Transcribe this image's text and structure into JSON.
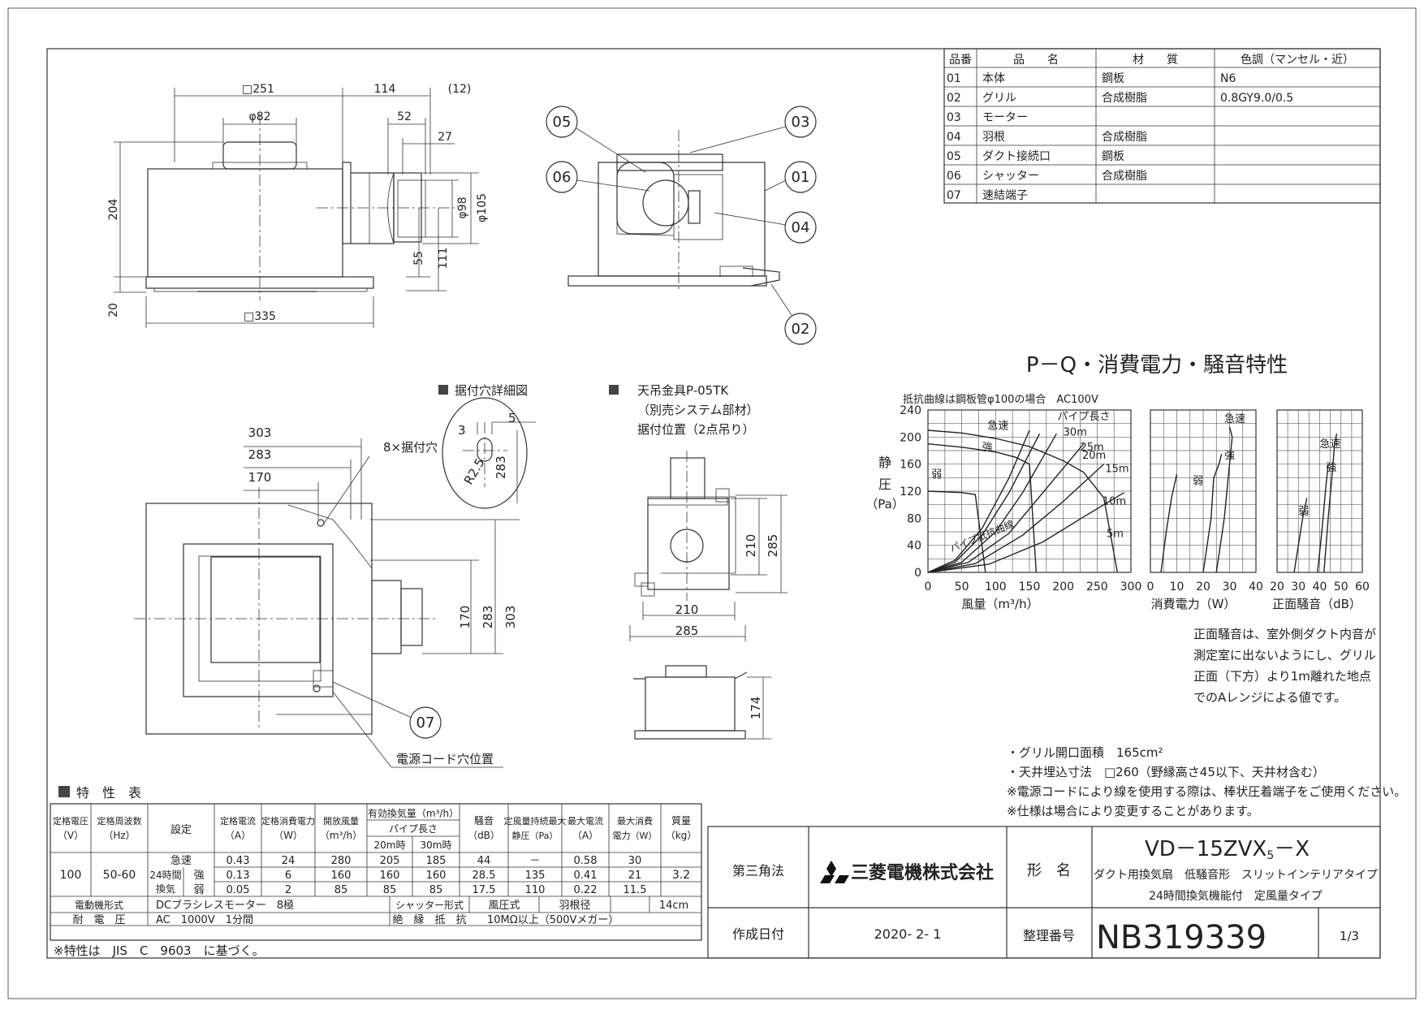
{
  "parts_table": {
    "headers": [
      "品番",
      "品　　名",
      "材　　質",
      "色調（マンセル・近）"
    ],
    "rows": [
      [
        "01",
        "本体",
        "鋼板",
        "N6"
      ],
      [
        "02",
        "グリル",
        "合成樹脂",
        "0.8GY9.0/0.5"
      ],
      [
        "03",
        "モーター",
        "",
        ""
      ],
      [
        "04",
        "羽根",
        "合成樹脂",
        ""
      ],
      [
        "05",
        "ダクト接続口",
        "鋼板",
        ""
      ],
      [
        "06",
        "シャッター",
        "合成樹脂",
        ""
      ],
      [
        "07",
        "速結端子",
        "",
        ""
      ]
    ]
  },
  "side_view": {
    "dims": [
      "□251",
      "114",
      "(12)",
      "φ82",
      "52",
      "27",
      "204",
      "φ98",
      "φ105",
      "55",
      "111",
      "20",
      "□335"
    ]
  },
  "section_view": {
    "callouts": [
      "05",
      "06",
      "03",
      "01",
      "04",
      "02"
    ]
  },
  "mount_detail": {
    "title": "据付穴詳細図",
    "dims": [
      "5",
      "3",
      "R2.5",
      "283"
    ]
  },
  "hanger": {
    "title": "天吊金具P-05TK",
    "note1": "（別売システム部材）",
    "note2": "据付位置（2点吊り）",
    "dims": [
      "210",
      "285",
      "210",
      "285",
      "174"
    ]
  },
  "plan_view": {
    "dims": [
      "303",
      "283",
      "170",
      "8×据付穴",
      "170",
      "283",
      "303"
    ],
    "callout": "07",
    "cord_label": "電源コード穴位置"
  },
  "charts": {
    "title": "P－Q・消費電力・騒音特性",
    "note": "抵抗曲線は鋼板管φ100の場合　AC100V",
    "ylabel_chars": [
      "静",
      "圧"
    ],
    "ylabel_unit": "（Pa）",
    "pq_xlabel": "風量（m³/h）",
    "power_xlabel": "消費電力（W）",
    "noise_xlabel": "正面騒音（dB）",
    "pipe_title": "パイプ長さ",
    "resistance_label": "パイプ抵抗曲線",
    "speed_labels": [
      "急速",
      "強",
      "弱"
    ],
    "pipe_labels": [
      "30m",
      "25m",
      "20m",
      "15m",
      "10m",
      "5m"
    ]
  },
  "chart_data": [
    {
      "type": "line",
      "xlabel": "風量（m³/h）",
      "ylabel": "静圧（Pa）",
      "xlim": [
        0,
        300
      ],
      "ylim": [
        0,
        240
      ],
      "x_ticks": [
        0,
        50,
        100,
        150,
        200,
        250,
        300
      ],
      "y_ticks": [
        0,
        40,
        80,
        120,
        160,
        200,
        240
      ],
      "grid": true,
      "series": [
        {
          "name": "急速",
          "x": [
            0,
            50,
            100,
            150,
            200,
            230,
            260,
            280
          ],
          "y": [
            210,
            206,
            198,
            186,
            165,
            148,
            110,
            0
          ]
        },
        {
          "name": "強",
          "x": [
            0,
            50,
            100,
            130,
            150,
            160
          ],
          "y": [
            190,
            185,
            178,
            170,
            160,
            0
          ]
        },
        {
          "name": "弱",
          "x": [
            0,
            50,
            70,
            85
          ],
          "y": [
            120,
            118,
            115,
            0
          ]
        },
        {
          "name": "30m",
          "x": [
            0,
            40,
            80,
            120,
            150
          ],
          "y": [
            0,
            18,
            65,
            140,
            210
          ]
        },
        {
          "name": "25m",
          "x": [
            0,
            40,
            80,
            120,
            165
          ],
          "y": [
            0,
            15,
            55,
            118,
            205
          ]
        },
        {
          "name": "20m",
          "x": [
            0,
            50,
            100,
            140,
            190
          ],
          "y": [
            0,
            15,
            60,
            118,
            205
          ]
        },
        {
          "name": "15m",
          "x": [
            0,
            60,
            120,
            170,
            230
          ],
          "y": [
            0,
            15,
            58,
            118,
            190
          ]
        },
        {
          "name": "10m",
          "x": [
            0,
            70,
            140,
            200,
            260
          ],
          "y": [
            0,
            13,
            55,
            105,
            160
          ]
        },
        {
          "name": "5m",
          "x": [
            0,
            90,
            170,
            230,
            290
          ],
          "y": [
            0,
            12,
            45,
            82,
            118
          ]
        }
      ]
    },
    {
      "type": "line",
      "xlabel": "消費電力（W）",
      "xlim": [
        0,
        40
      ],
      "ylim": [
        0,
        240
      ],
      "x_ticks": [
        0,
        10,
        20,
        30,
        40
      ],
      "grid": true,
      "series": [
        {
          "name": "急速",
          "x": [
            25,
            28,
            30,
            31,
            30
          ],
          "y": [
            0,
            80,
            160,
            200,
            215
          ]
        },
        {
          "name": "強",
          "x": [
            20,
            23,
            24,
            26,
            27
          ],
          "y": [
            0,
            80,
            140,
            160,
            175
          ]
        },
        {
          "name": "弱",
          "x": [
            4,
            6,
            8,
            10
          ],
          "y": [
            0,
            60,
            110,
            145
          ]
        }
      ]
    },
    {
      "type": "line",
      "xlabel": "正面騒音（dB）",
      "xlim": [
        20,
        60
      ],
      "ylim": [
        0,
        240
      ],
      "x_ticks": [
        20,
        30,
        40,
        50,
        60
      ],
      "grid": true,
      "series": [
        {
          "name": "急速",
          "x": [
            42,
            44,
            46,
            47,
            48
          ],
          "y": [
            0,
            80,
            150,
            190,
            205
          ]
        },
        {
          "name": "強",
          "x": [
            39,
            41,
            43,
            44
          ],
          "y": [
            0,
            60,
            130,
            160
          ]
        },
        {
          "name": "弱",
          "x": [
            28,
            30,
            32,
            34
          ],
          "y": [
            0,
            40,
            80,
            110
          ]
        }
      ]
    }
  ],
  "noise_note": [
    "正面騒音は、室外側ダクト内音が",
    "測定室に出ないようにし、グリル",
    "正面（下方）より1m離れた地点",
    "でのAレンジによる値です。"
  ],
  "spec_notes": [
    "・グリル開口面積　165cm²",
    "・天井埋込寸法　□260（野縁高さ45以下、天井材含む）",
    "※電源コードにより線を使用する際は、棒状圧着端子をご使用ください。",
    "※仕様は場合により変更することがあります。"
  ],
  "char_table": {
    "title": "特　性　表",
    "headers": {
      "voltage": [
        "定格電圧",
        "（V）"
      ],
      "freq": [
        "定格周波数",
        "（Hz）"
      ],
      "setting": "設定",
      "current": [
        "定格電流",
        "（A）"
      ],
      "power": [
        "定格消費電力",
        "（W）"
      ],
      "openflow": [
        "開放風量",
        "（m³/h）"
      ],
      "effective": "有効換気量（m³/h）",
      "pipe": "パイプ長さ",
      "p20": "20m時",
      "p30": "30m時",
      "noise": [
        "騒音",
        "（dB）"
      ],
      "maxpress": [
        "定風量持続最大",
        "静圧（Pa）"
      ],
      "maxcurrent": [
        "最大電流",
        "（A）"
      ],
      "maxpower": [
        "最大消費",
        "電力（W）"
      ],
      "mass": [
        "質量",
        "（kg）"
      ]
    },
    "voltage": "100",
    "freq": "50-60",
    "mass": "3.2",
    "group_label1": "24時間",
    "group_label2": "換気",
    "rows": [
      {
        "setting": "急速",
        "current": "0.43",
        "power": "24",
        "open": "280",
        "p20": "205",
        "p30": "185",
        "noise": "44",
        "press": "－",
        "maxc": "0.58",
        "maxp": "30"
      },
      {
        "setting": "強",
        "current": "0.13",
        "power": "6",
        "open": "160",
        "p20": "160",
        "p30": "160",
        "noise": "28.5",
        "press": "135",
        "maxc": "0.41",
        "maxp": "21"
      },
      {
        "setting": "弱",
        "current": "0.05",
        "power": "2",
        "open": "85",
        "p20": "85",
        "p30": "85",
        "noise": "17.5",
        "press": "110",
        "maxc": "0.22",
        "maxp": "11.5"
      }
    ],
    "motor_label": "電動機形式",
    "motor_value": "DCブラシレスモーター　8極",
    "shutter_label": "シャッター形式",
    "shutter_value": "風圧式",
    "fan_label": "羽根径",
    "fan_value": "14cm",
    "withstand_label": "耐　電　圧",
    "withstand_value": "AC　1000V　1分間",
    "insul_label": "絶　縁　抵　抗",
    "insul_value": "10MΩ以上（500Vメガー）",
    "footnote": "※特性は　JIS　C　9603　に基づく。"
  },
  "title_block": {
    "angle": "第三角法",
    "company": "三菱電機株式会社",
    "name_label": "形　名",
    "model": "VD－15ZVX",
    "model_sub": "5",
    "model_suffix": "－X",
    "desc1": "ダクト用換気扇　低騒音形　スリットインテリアタイプ",
    "desc2": "24時間換気機能付　定風量タイプ",
    "date_label": "作成日付",
    "date": "2020- 2- 1",
    "number_label": "整理番号",
    "number": "NB319339",
    "page": "1/3"
  }
}
